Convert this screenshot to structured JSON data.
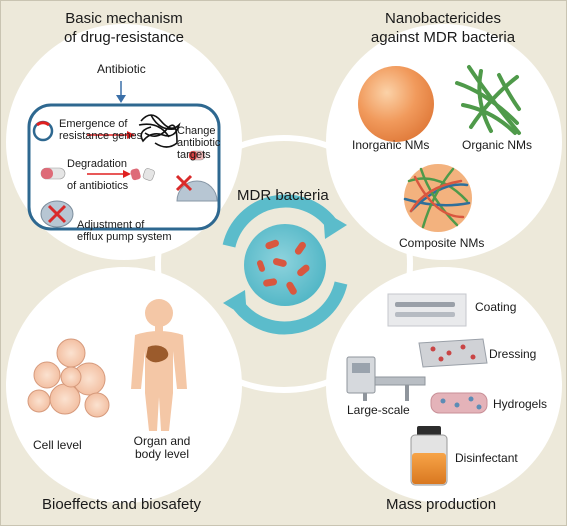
{
  "quadrants": {
    "top_left": {
      "title_line1": "Basic mechanism",
      "title_line2": "of drug-resistance",
      "antibiotic": "Antibiotic",
      "emergence_line1": "Emergence of",
      "emergence_line2": "resistance genes",
      "change_line1": "Change",
      "change_line2": "antibiotic",
      "change_line3": "targets",
      "degradation_line1": "Degradation",
      "degradation_line2": "of antibiotics",
      "efflux_line1": "Adjustment of",
      "efflux_line2": "efflux pump system"
    },
    "top_right": {
      "title_line1": "Nanobactericides",
      "title_line2": "against MDR bacteria",
      "inorganic": "Inorganic NMs",
      "organic": "Organic NMs",
      "composite": "Composite  NMs"
    },
    "bottom_left": {
      "title": "Bioeffects and biosafety",
      "cell": "Cell level",
      "organ_line1": "Organ and",
      "organ_line2": "body level"
    },
    "bottom_right": {
      "title": "Mass production",
      "coating": "Coating",
      "dressing": "Dressing",
      "large_scale": "Large-scale",
      "hydrogels": "Hydrogels",
      "disinfectant": "Disinfectant"
    }
  },
  "center": {
    "title": "MDR bacteria"
  },
  "colors": {
    "background": "#ede9da",
    "circle": "#ffffff",
    "cycle_arrow": "#5bbccb",
    "bacteria_blob": "#66c1cf",
    "bacterium": "#d9573f",
    "cell_wall": "#2e6890",
    "red_arrow": "#e02020",
    "inorganic_sphere": "#ef9a5b",
    "organic_fibers": "#4f9a4a",
    "skin": "#f4c7a6"
  }
}
